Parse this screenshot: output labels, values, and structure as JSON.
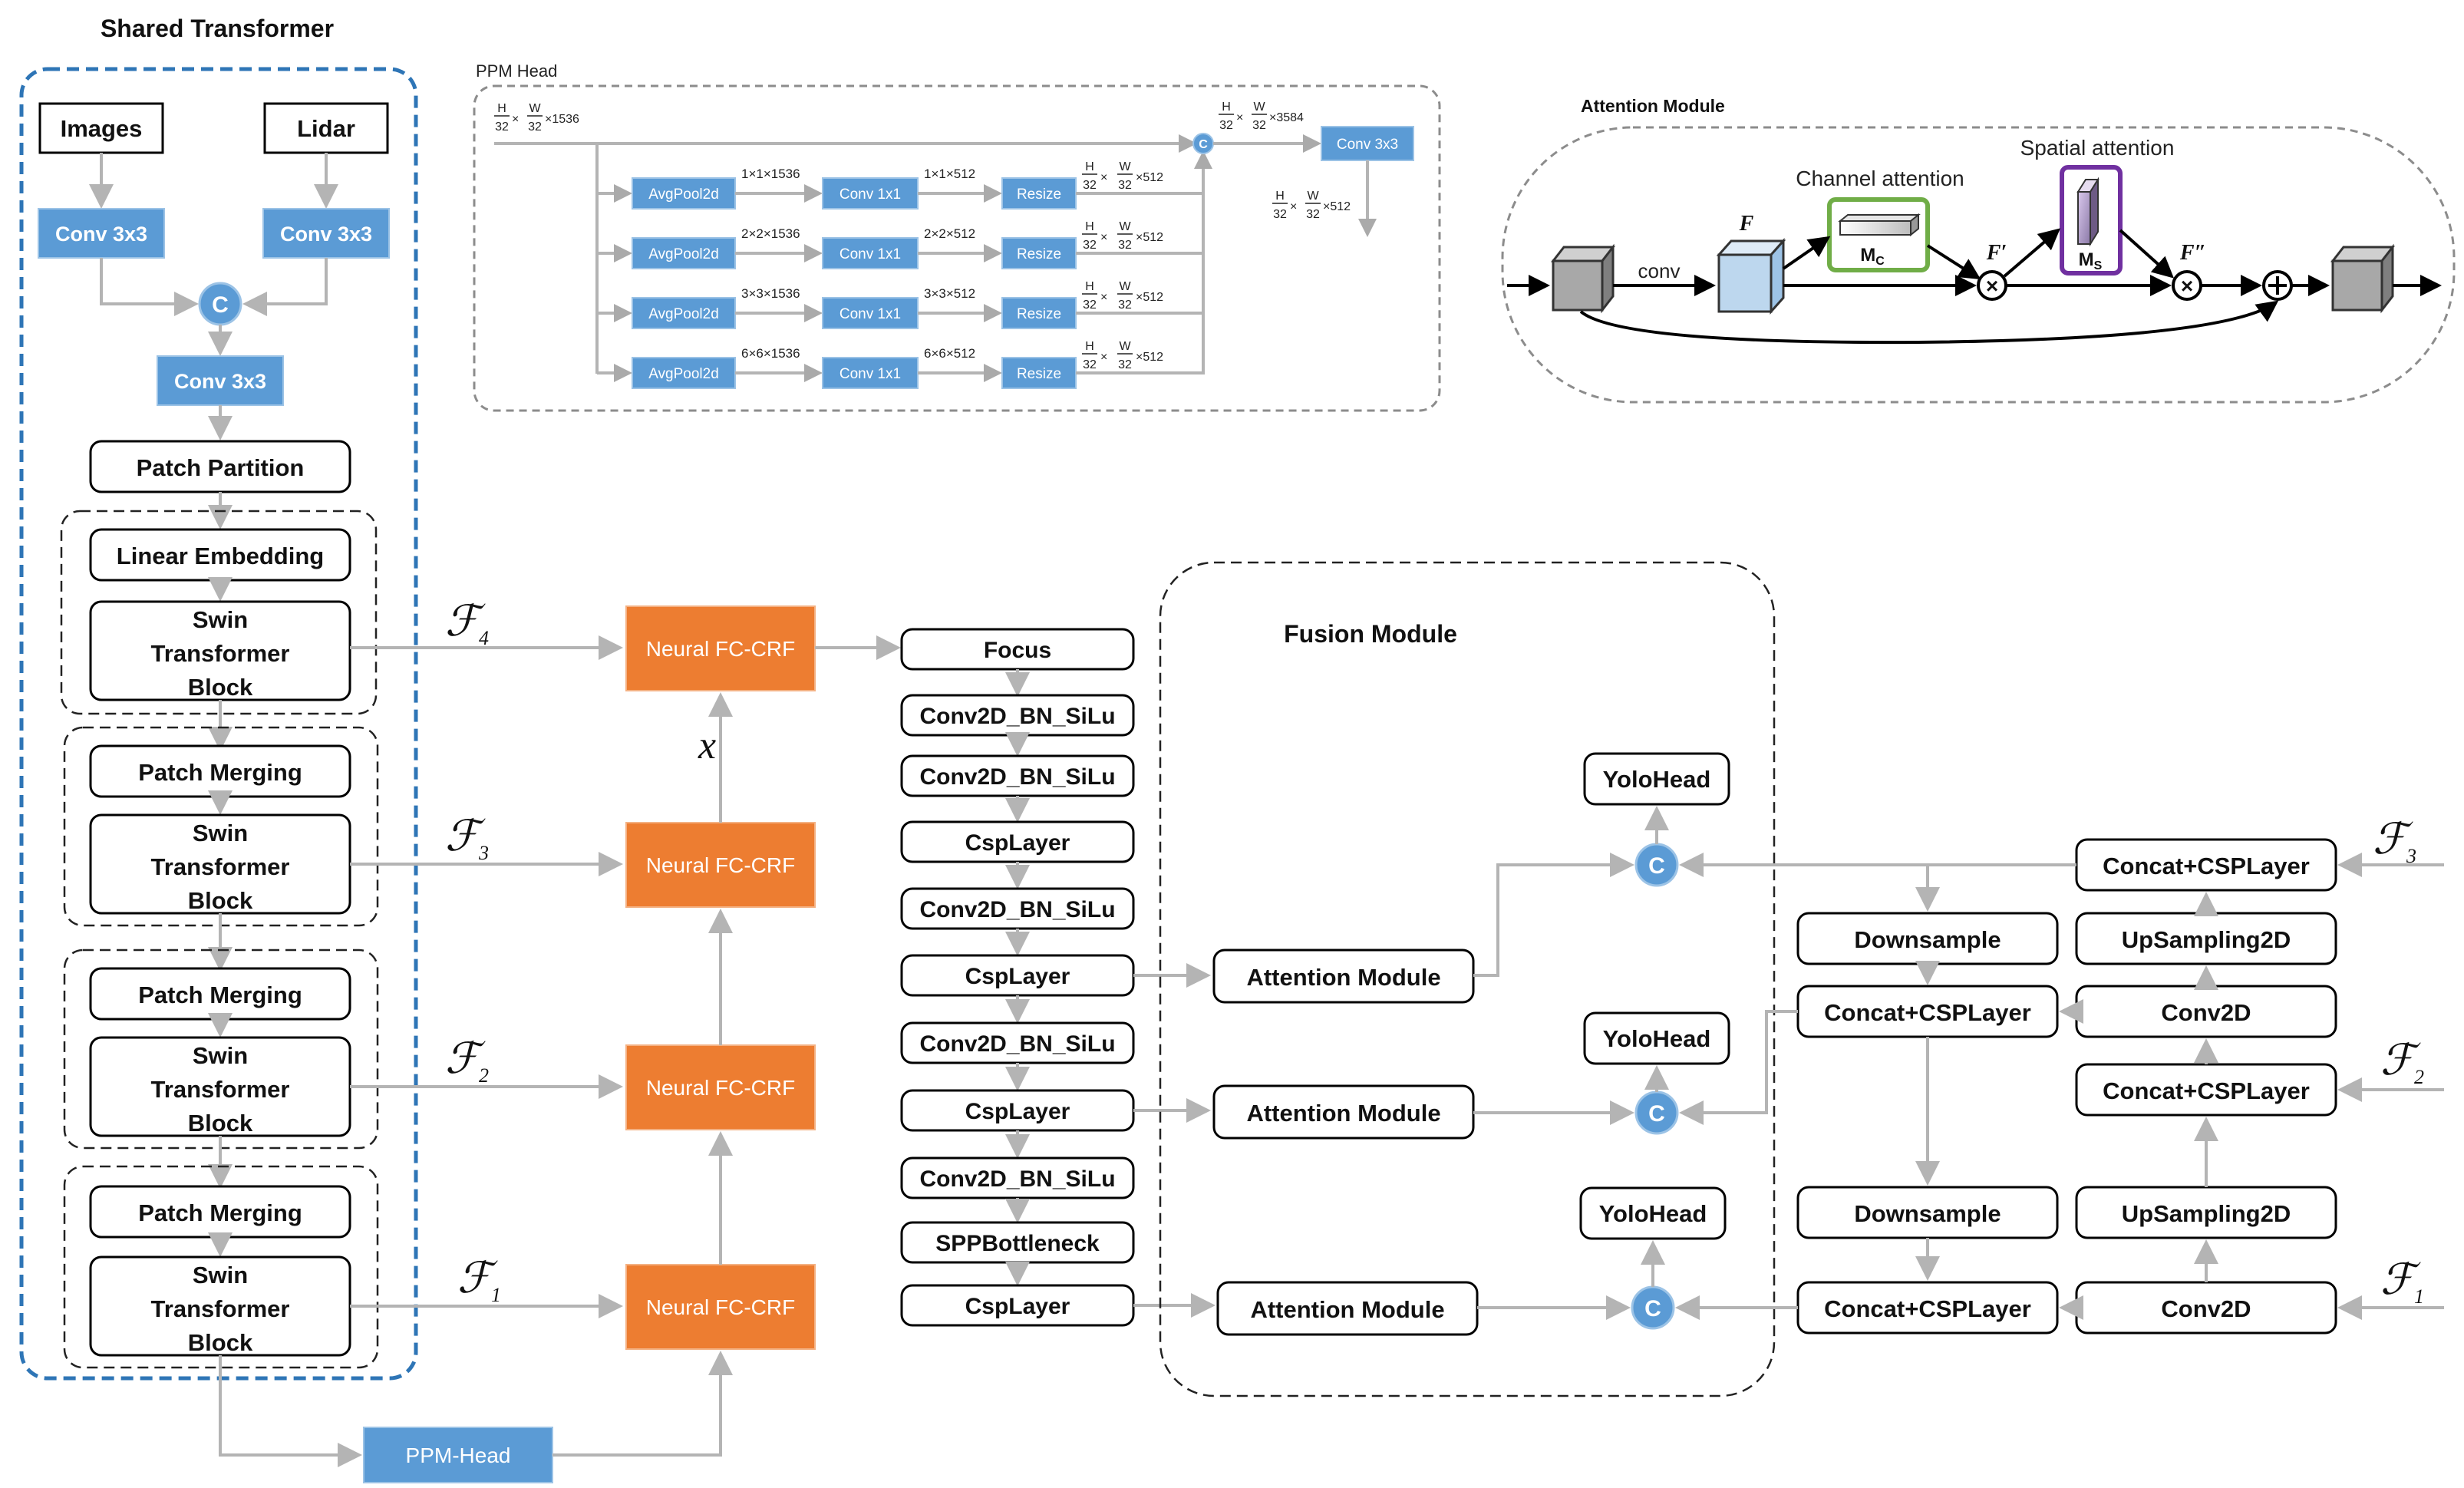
{
  "shared_transformer": {
    "title": "Shared Transformer",
    "images": "Images",
    "lidar": "Lidar",
    "conv_left": "Conv 3x3",
    "conv_right": "Conv 3x3",
    "concat": "C",
    "conv_merge": "Conv 3x3",
    "patch_partition": "Patch Partition",
    "linear_embedding": "Linear Embedding",
    "patch_merging": "Patch Merging",
    "swin_block": [
      "Swin",
      "Transformer",
      "Block"
    ]
  },
  "features": {
    "f4": "ℱ4",
    "f3": "ℱ3",
    "f2": "ℱ2",
    "f1": "ℱ1",
    "x": "x"
  },
  "crf": {
    "label": "Neural FC-CRF"
  },
  "ppm_head_block": "PPM-Head",
  "backbone": [
    "Focus",
    "Conv2D_BN_SiLu",
    "Conv2D_BN_SiLu",
    "CspLayer",
    "Conv2D_BN_SiLu",
    "CspLayer",
    "Conv2D_BN_SiLu",
    "CspLayer",
    "Conv2D_BN_SiLu",
    "SPPBottleneck",
    "CspLayer"
  ],
  "fusion": {
    "title": "Fusion Module",
    "attention": "Attention Module",
    "yolohead": "YoloHead",
    "concat": "C",
    "downsample": "Downsample",
    "concat_csp": "Concat+CSPLayer",
    "upsampling": "UpSampling2D",
    "conv2d": "Conv2D"
  },
  "ppm_head": {
    "title": "PPM Head",
    "input_dims": "×1536",
    "avgpool": "AvgPool2d",
    "conv1x1": "Conv 1x1",
    "resize": "Resize",
    "conv3x3": "Conv 3x3",
    "concat": "C",
    "pool_dims": [
      "1×1×1536",
      "2×2×1536",
      "3×3×1536",
      "6×6×1536"
    ],
    "conv_dims": [
      "1×1×512",
      "2×2×512",
      "3×3×512",
      "6×6×512"
    ],
    "resize_dims": "×512",
    "concat_dims": "×3584",
    "output_dims": "×512",
    "frac_h": "H",
    "frac_w": "W",
    "frac_den": "32",
    "times": "×"
  },
  "attention_module": {
    "title": "Attention Module",
    "conv": "conv",
    "channel": "Channel attention",
    "spatial": "Spatial attention",
    "f": "F",
    "f1": "F′",
    "f2": "F″",
    "mc": "M",
    "mc_sub": "C",
    "ms": "M",
    "ms_sub": "S"
  },
  "colors": {
    "blue": "#5b9bd5",
    "orange": "#ed7d31",
    "channel_green": "#70ad47",
    "spatial_purple": "#7030a0",
    "frame_blue": "#2e75b6"
  }
}
